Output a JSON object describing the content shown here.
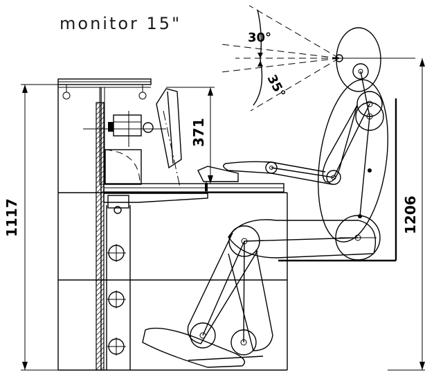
{
  "title": "monitor 15\"",
  "angles": {
    "upper": "30°",
    "lower": "35°"
  },
  "dimensions": {
    "monitor_height": "371",
    "total_height": "1117",
    "seat_height": "1206"
  }
}
